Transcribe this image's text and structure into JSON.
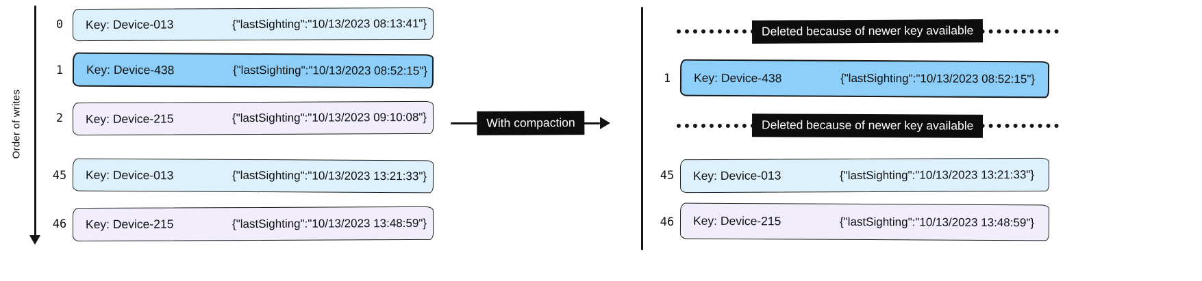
{
  "diagram": {
    "axis_label": "Order of writes",
    "compaction_label": "With compaction",
    "colors": {
      "light_blue": "#ddf1fd",
      "highlight_blue": "#8dcff8",
      "lavender": "#f2edfb",
      "label_black": "#0d0d0d"
    },
    "left_log": {
      "rows": [
        {
          "index": "0",
          "key": "Key: Device-013",
          "value": "{\"lastSighting\":\"10/13/2023 08:13:41\"}",
          "color": "#ddf1fd"
        },
        {
          "index": "1",
          "key": "Key: Device-438",
          "value": "{\"lastSighting\":\"10/13/2023 08:52:15\"}",
          "color": "#8dcff8"
        },
        {
          "index": "2",
          "key": "Key: Device-215",
          "value": "{\"lastSighting\":\"10/13/2023 09:10:08\"}",
          "color": "#f2edfb"
        },
        {
          "index": "45",
          "key": "Key: Device-013",
          "value": "{\"lastSighting\":\"10/13/2023 13:21:33\"}",
          "color": "#ddf1fd"
        },
        {
          "index": "46",
          "key": "Key: Device-215",
          "value": "{\"lastSighting\":\"10/13/2023 13:48:59\"}",
          "color": "#f2edfb"
        }
      ]
    },
    "right_log": {
      "deleted_rows": [
        "Deleted because of newer key available",
        "Deleted because of newer key available"
      ],
      "rows": [
        {
          "index": "1",
          "key": "Key: Device-438",
          "value": "{\"lastSighting\":\"10/13/2023 08:52:15\"}",
          "color": "#8dcff8"
        },
        {
          "index": "45",
          "key": "Key: Device-013",
          "value": "{\"lastSighting\":\"10/13/2023 13:21:33\"}",
          "color": "#ddf1fd"
        },
        {
          "index": "46",
          "key": "Key: Device-215",
          "value": "{\"lastSighting\":\"10/13/2023 13:48:59\"}",
          "color": "#f2edfb"
        }
      ]
    }
  }
}
